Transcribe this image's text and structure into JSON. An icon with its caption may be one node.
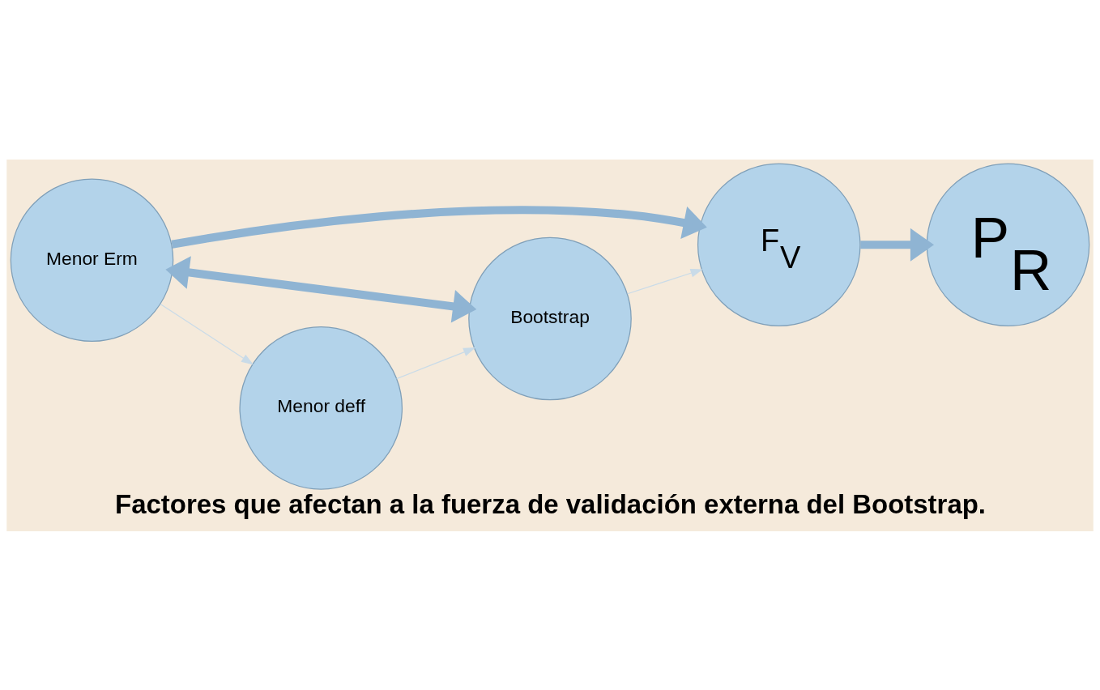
{
  "diagram": {
    "caption": "Factores que afectan a la fuerza de validación externa del Bootstrap.",
    "nodes": [
      {
        "text": [
          "Menor Erm"
        ]
      },
      {
        "text": [
          "F$_{V}$"
        ]
      },
      {
        "text": [
          "P$_{R}$"
        ]
      },
      {
        "text": [
          "Bootstrap"
        ]
      },
      {
        "text": [
          "Menor deff"
        ]
      }
    ],
    "edges": [
      {
        "from": 0,
        "to": 1,
        "arrow": "to",
        "style": "thick"
      },
      {
        "from": 1,
        "to": 2,
        "arrow": "to",
        "style": "thick"
      },
      {
        "from": 0,
        "to": 3,
        "arrow": "both",
        "style": "thick"
      },
      {
        "from": 0,
        "to": 4,
        "arrow": "to",
        "color": "#c9dbe8"
      },
      {
        "from": 4,
        "to": 3,
        "arrow": "to",
        "color": "#c9dbe8"
      },
      {
        "from": 3,
        "to": 1,
        "arrow": "to",
        "color": "#c9dbe8"
      }
    ]
  }
}
